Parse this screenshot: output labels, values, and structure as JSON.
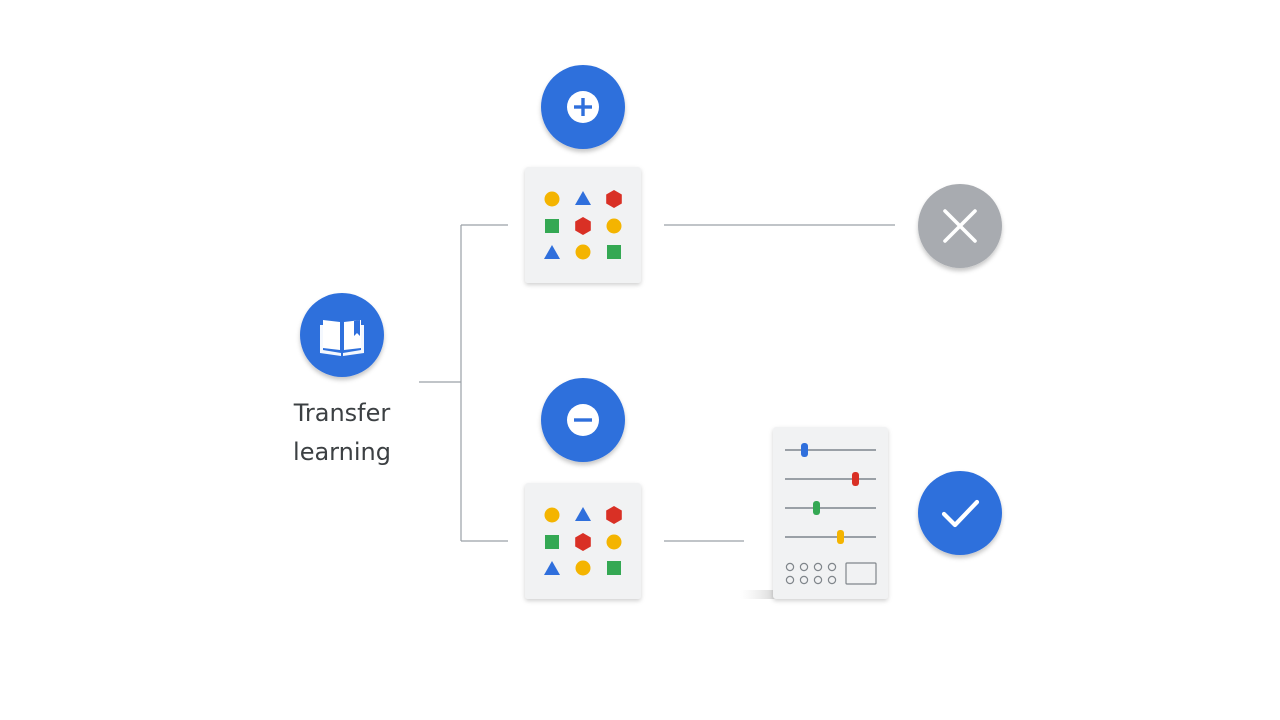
{
  "diagram": {
    "source_node": {
      "icon": "open-book-icon",
      "label_lines": [
        "Transfer",
        "learning"
      ]
    },
    "branches": [
      {
        "id": "add",
        "operator_icon": "plus-icon",
        "dataset_icon": "shapes-grid-icon",
        "outcome_icon": "cross-icon",
        "outcome": "rejected"
      },
      {
        "id": "remove",
        "operator_icon": "minus-icon",
        "dataset_icon": "shapes-grid-icon",
        "tuning_icon": "sliders-panel-icon",
        "outcome_icon": "checkmark-icon",
        "outcome": "accepted"
      }
    ],
    "colors": {
      "blue": "#2f6fdc",
      "red": "#d93025",
      "yellow": "#f4b400",
      "green": "#34a853",
      "grey_circle": "#a8abb0",
      "card": "#f1f2f3",
      "line": "#9aa0a6"
    }
  }
}
